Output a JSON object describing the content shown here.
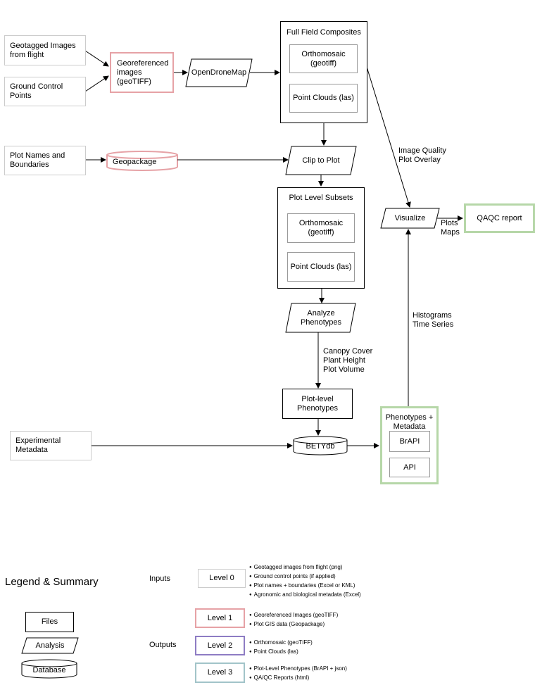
{
  "inputs": {
    "geotagged_images": "Geotagged Images from flight",
    "ground_control": "Ground Control Points",
    "plot_names": "Plot Names and Boundaries",
    "experimental_metadata": "Experimental Metadata"
  },
  "nodes": {
    "georeferenced_images": "Georeferenced images (geoTIFF)",
    "opendronemap": "OpenDroneMap",
    "geopackage": "Geopackage",
    "clip_to_plot": "Clip to Plot",
    "analyze_phenotypes": "Analyze Phenotypes",
    "plot_level_phenotypes": "Plot-level Phenotypes",
    "betydb": "BETYdb",
    "visualize": "Visualize",
    "qaqc_report": "QAQC report"
  },
  "full_field": {
    "title": "Full Field Composites",
    "orthomosaic": "Orthomosaic (geotiff)",
    "point_clouds": "Point Clouds (las)"
  },
  "plot_level": {
    "title": "Plot Level Subsets",
    "orthomosaic": "Orthomosaic (geotiff)",
    "point_clouds": "Point Clouds (las)"
  },
  "phenotypes_metadata": {
    "title": "Phenotypes + Metadata",
    "brapi": "BrAPI",
    "api": "API"
  },
  "edge_labels": {
    "image_quality": "Image Quality",
    "plot_overlay": "Plot Overlay",
    "plots": "Plots",
    "maps": "Maps",
    "histograms": "Histograms",
    "time_series": "Time Series",
    "canopy_cover": "Canopy Cover",
    "plant_height": "Plant Height",
    "plot_volume": "Plot Volume"
  },
  "legend": {
    "title": "Legend & Summary",
    "files": "Files",
    "analysis": "Analysis",
    "database": "Database",
    "inputs_label": "Inputs",
    "outputs_label": "Outputs",
    "level0": "Level 0",
    "level1": "Level 1",
    "level2": "Level 2",
    "level3": "Level 3",
    "level0_items": [
      "Geotagged images from flight (png)",
      "Ground control points (if applied)",
      "Plot names + boundaries (Excel or KML)",
      "Agronomic and biological metadata (Excel)"
    ],
    "level1_items": [
      "Georeferenced Images (geoTIFF)",
      "Plot GIS data (Geopackage)"
    ],
    "level2_items": [
      "Orthomosaic (geoTIFF)",
      "Point Clouds (las)"
    ],
    "level3_items": [
      "Plot-Level Phenotypes (BrAPI + json)",
      "QA/QC Reports (html)"
    ]
  },
  "colors": {
    "level1": "#e6a2a6",
    "level2": "#8e7cc3",
    "level3": "#b6d7a8",
    "level3_legend": "#a2c4c9",
    "input_border": "#cccccc"
  }
}
